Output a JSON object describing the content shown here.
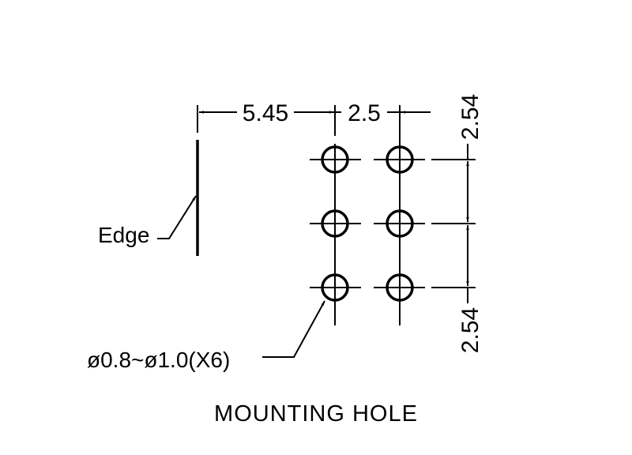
{
  "drawing": {
    "title": "MOUNTING HOLE",
    "edge_label": "Edge",
    "hole_label": "ø0.8~ø1.0(X6)",
    "dim_edge_to_hole": "5.45",
    "dim_column_pitch": "2.5",
    "dim_row_pitch_top": "2.54",
    "dim_row_pitch_bottom": "2.54",
    "hole_grid": {
      "columns": 2,
      "rows": 3
    },
    "line_color": "#000000"
  }
}
